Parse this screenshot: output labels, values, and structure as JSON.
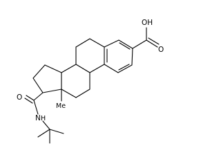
{
  "diagram": {
    "type": "skeletal-structure",
    "atom_labels": {
      "carboxyl_hydroxyl": "OH",
      "carboxyl_oxygen": "O",
      "amide_oxygen": "O",
      "amide_nitrogen": "N",
      "amide_hydrogen": "H",
      "methyl": "Me"
    },
    "colors": {
      "bond": "#000000",
      "label": "#000000",
      "background": "#ffffff"
    }
  }
}
